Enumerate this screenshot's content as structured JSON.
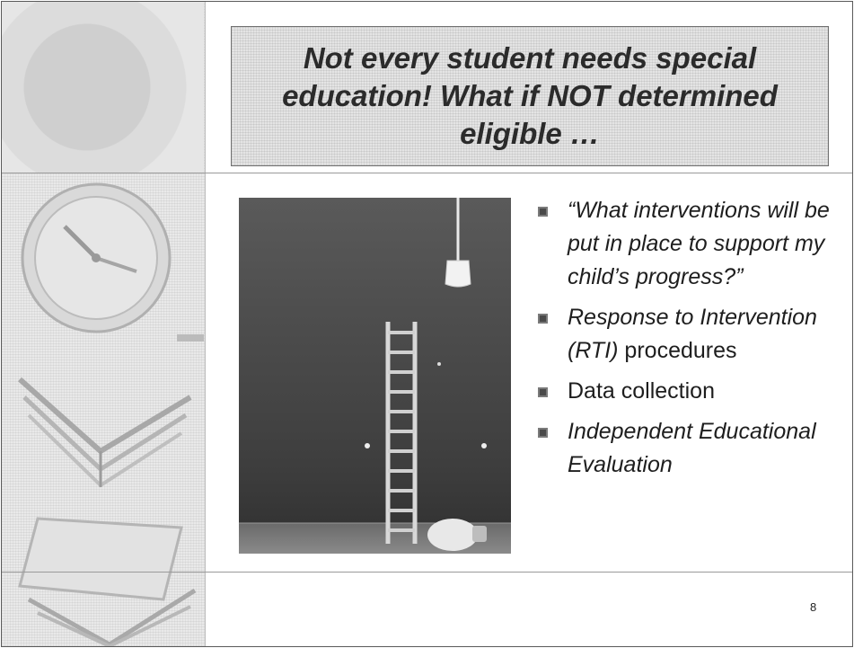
{
  "slide": {
    "title": "Not every student needs special education!  What if NOT determined eligible …",
    "page_number": "8"
  },
  "bullets": [
    {
      "italic": "“What interventions will be put in place to support my child’s progress?”",
      "normal": ""
    },
    {
      "italic": "Response to Intervention (RTI)",
      "normal": " procedures"
    },
    {
      "italic": "",
      "normal": "Data collection"
    },
    {
      "italic": "Independent Educational Evaluation",
      "normal": ""
    }
  ]
}
